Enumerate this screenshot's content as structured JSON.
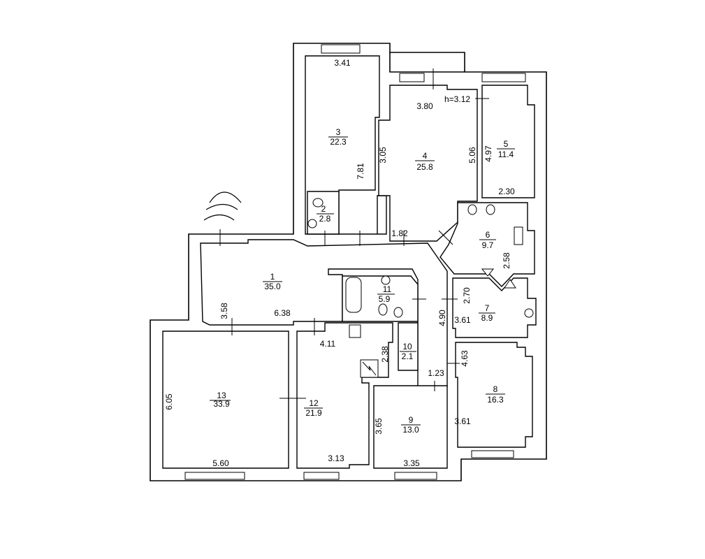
{
  "plan": {
    "height_label": "h=3.12",
    "rooms": [
      {
        "number": "1",
        "area": "35.0"
      },
      {
        "number": "2",
        "area": "2.8"
      },
      {
        "number": "3",
        "area": "22.3"
      },
      {
        "number": "4",
        "area": "25.8"
      },
      {
        "number": "5",
        "area": "11.4"
      },
      {
        "number": "6",
        "area": "9.7"
      },
      {
        "number": "7",
        "area": "8.9"
      },
      {
        "number": "8",
        "area": "16.3"
      },
      {
        "number": "9",
        "area": "13.0"
      },
      {
        "number": "10",
        "area": "2.1"
      },
      {
        "number": "11",
        "area": "5.9"
      },
      {
        "number": "12",
        "area": "21.9"
      },
      {
        "number": "13",
        "area": "33.9"
      }
    ],
    "dimensions": {
      "r3_width": "3.41",
      "r3_length": "7.81",
      "r4_width": "3.80",
      "r4_left": "3.05",
      "r4_right": "5.06",
      "r4_door": "1.82",
      "r5_length": "4.97",
      "r5_width": "2.30",
      "r6_height": "2.58",
      "r7_height": "2.70",
      "r7_width": "3.61",
      "r1_height": "3.58",
      "r1_width": "6.38",
      "corridor": "4.90",
      "r12_top": "4.11",
      "r10_height": "2.38",
      "r10_door": "1.23",
      "r8_height": "4.63",
      "r8_width": "3.61",
      "r13_height": "6.05",
      "r13_width": "5.60",
      "r12_width": "3.13",
      "r9_height": "3.65",
      "r9_width": "3.35"
    }
  }
}
